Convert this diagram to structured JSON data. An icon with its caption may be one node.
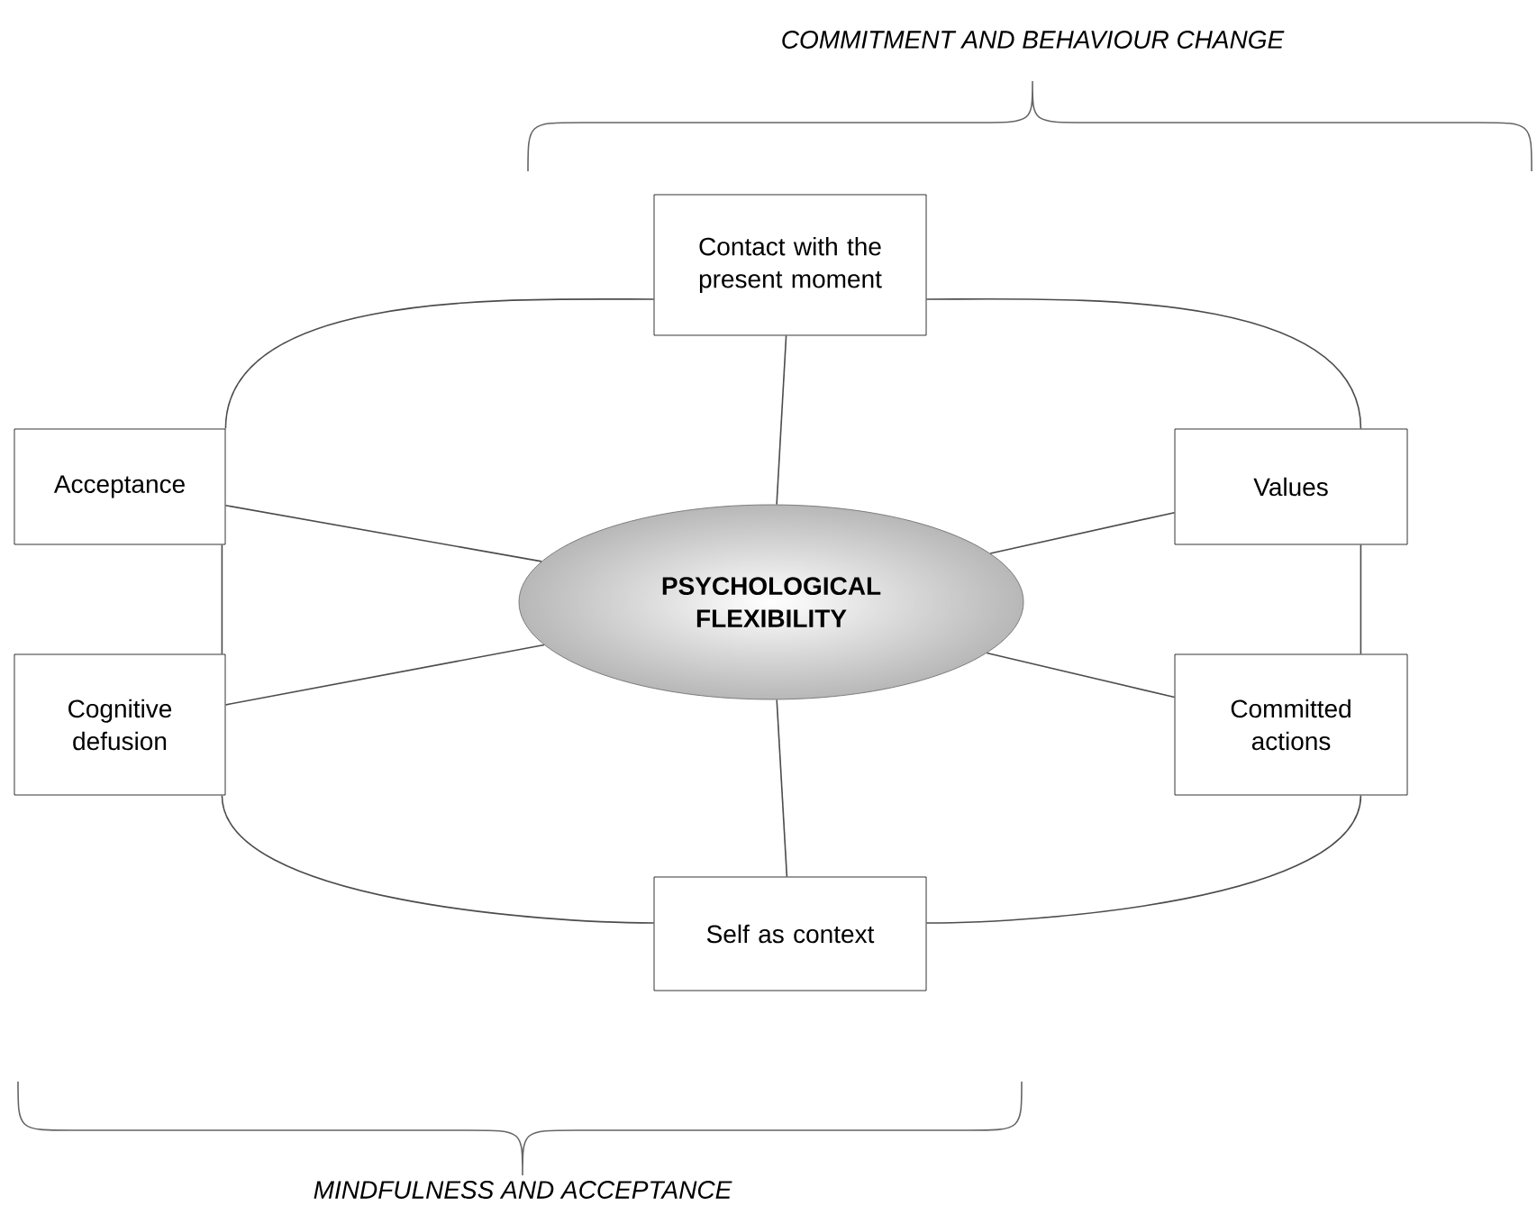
{
  "diagram": {
    "nodes": [
      {
        "text": [
          "Contact with the present moment"
        ]
      },
      {
        "text": [
          "Acceptance"
        ]
      },
      {
        "text": [
          "Values"
        ]
      },
      {
        "text": [
          "PSYCHOLOGICAL FLEXIBILITY"
        ]
      },
      {
        "text": [
          "Cognitive defusion"
        ]
      },
      {
        "text": [
          "Committed actions"
        ]
      },
      {
        "text": [
          "Self as context"
        ]
      }
    ],
    "edges": [
      {
        "from": 3,
        "to": 0,
        "arrow": "none"
      },
      {
        "from": 3,
        "to": 1,
        "arrow": "none"
      },
      {
        "from": 3,
        "to": 2,
        "arrow": "none"
      },
      {
        "from": 3,
        "to": 4,
        "arrow": "none"
      },
      {
        "from": 3,
        "to": 5,
        "arrow": "none"
      },
      {
        "from": 3,
        "to": 6,
        "arrow": "none"
      },
      {
        "from": 1,
        "to": 0,
        "arrow": "none"
      },
      {
        "from": 0,
        "to": 2,
        "arrow": "none"
      },
      {
        "from": 1,
        "to": 4,
        "arrow": "none"
      },
      {
        "from": 2,
        "to": 5,
        "arrow": "none"
      },
      {
        "from": 4,
        "to": 6,
        "arrow": "none"
      },
      {
        "from": 5,
        "to": 6,
        "arrow": "none"
      }
    ],
    "labels": [
      "COMMITMENT AND BEHAVIOUR CHANGE",
      "MINDFULNESS AND ACCEPTANCE"
    ]
  }
}
